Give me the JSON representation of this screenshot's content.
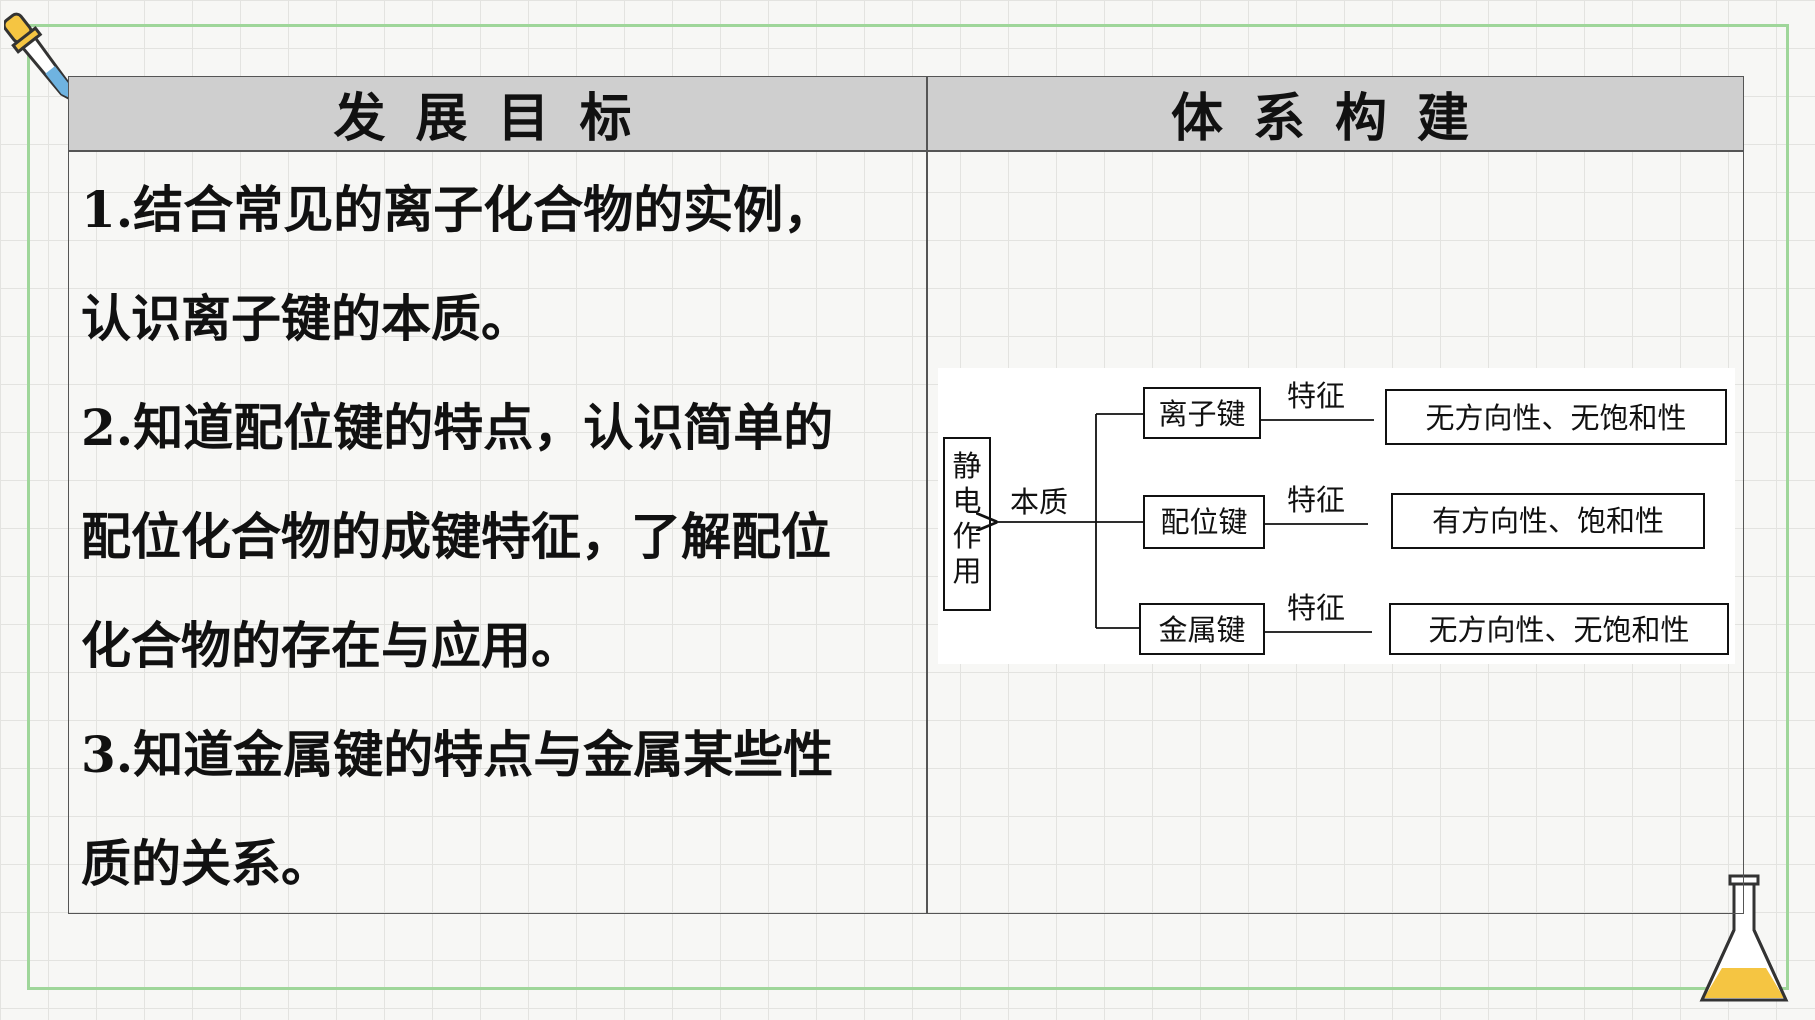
{
  "header": {
    "left_title": "发展目标",
    "right_title": "体系构建"
  },
  "goals": [
    {
      "num": "1.",
      "lines": [
        "结合常见的离子化合物的实例，",
        "认识离子键的本质。"
      ]
    },
    {
      "num": "2.",
      "lines": [
        "知道配位键的特点，认识简单的",
        "配位化合物的成键特征，了解配位",
        "化合物的存在与应用。"
      ]
    },
    {
      "num": "3.",
      "lines": [
        "知道金属键的特点与金属某些性",
        "质的关系。"
      ]
    }
  ],
  "diagram": {
    "root": "静电作用",
    "root_chars": [
      "静",
      "电",
      "作",
      "用"
    ],
    "essence_label": "本质",
    "branches": [
      {
        "bond": "离子键",
        "feature_label": "特征",
        "feature": "无方向性、无饱和性"
      },
      {
        "bond": "配位键",
        "feature_label": "特征",
        "feature": "有方向性、饱和性"
      },
      {
        "bond": "金属键",
        "feature_label": "特征",
        "feature": "无方向性、无饱和性"
      }
    ]
  },
  "decorations": {
    "top_icon": "dropper-icon",
    "bottom_icon": "flask-icon",
    "flask_liquid_color": "#f5c542",
    "frame_color": "#9fd69a"
  }
}
